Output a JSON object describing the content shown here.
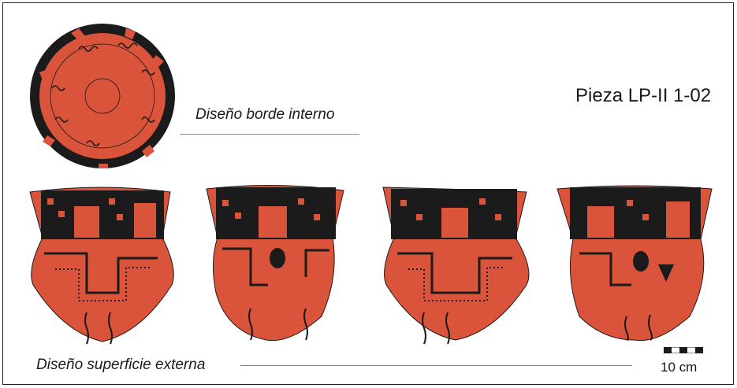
{
  "piece_label": "Pieza LP-II 1-02",
  "caption_internal": "Diseño borde interno",
  "caption_external": "Diseño superficie externa",
  "scale_label": "10 cm",
  "colors": {
    "clay_red": "#D9543A",
    "paint_black": "#1b1b1b",
    "background": "#ffffff",
    "rule_gray": "#888888"
  },
  "figures": [
    {
      "name": "plate-top-view",
      "kind": "rim interior design"
    },
    {
      "name": "vessel-view-1",
      "kind": "external surface"
    },
    {
      "name": "vessel-view-2",
      "kind": "external surface"
    },
    {
      "name": "vessel-view-3",
      "kind": "external surface"
    },
    {
      "name": "vessel-view-4",
      "kind": "external surface"
    }
  ]
}
